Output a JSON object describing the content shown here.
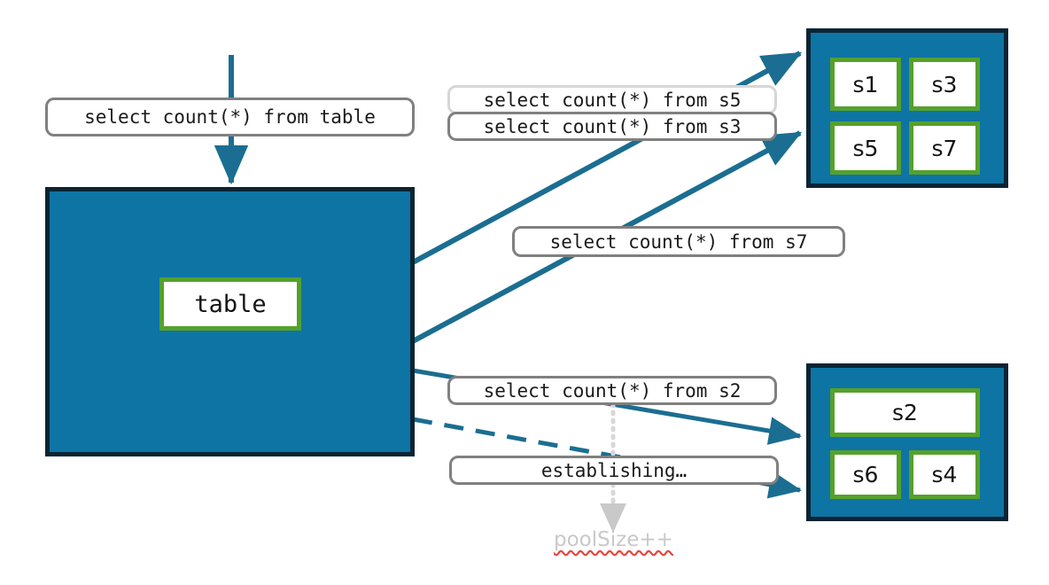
{
  "diagram": {
    "title": "connection-pool-query-routing",
    "colors": {
      "teal_fill": "#0E74A4",
      "teal_border": "#0B2433",
      "chip_border": "#55A12B",
      "chip_fill": "#ffffff",
      "arrow": "#1B6E91",
      "pill_border": "#808080",
      "pill_border_light": "#d6d6d6",
      "ghost_text": "#c9c9c9",
      "spellcheck_underline": "#e8473f",
      "background": "#ffffff"
    }
  },
  "source": {
    "entry_label": "select count(*) from table",
    "container_name": "table-container",
    "chip_label": "table"
  },
  "pool_top": {
    "name": "server-pool-top",
    "chips": [
      {
        "label": "s1"
      },
      {
        "label": "s3"
      },
      {
        "label": "s5"
      },
      {
        "label": "s7"
      }
    ]
  },
  "pool_bottom": {
    "name": "server-pool-bottom",
    "chips": [
      {
        "label": "s2"
      },
      {
        "label": "s6"
      },
      {
        "label": "s4"
      }
    ]
  },
  "query_labels": [
    {
      "id": "q-s5",
      "text": "select count(*) from s5",
      "style": "light"
    },
    {
      "id": "q-s3",
      "text": "select count(*) from s3",
      "style": "dark"
    },
    {
      "id": "q-s7",
      "text": "select count(*) from s7",
      "style": "dark"
    },
    {
      "id": "q-s2",
      "text": "select count(*) from s2",
      "style": "dark"
    },
    {
      "id": "q-establishing",
      "text": "establishing…",
      "style": "dark"
    }
  ],
  "annotations": [
    {
      "id": "poolsize-increment",
      "text": "poolSize++"
    }
  ]
}
